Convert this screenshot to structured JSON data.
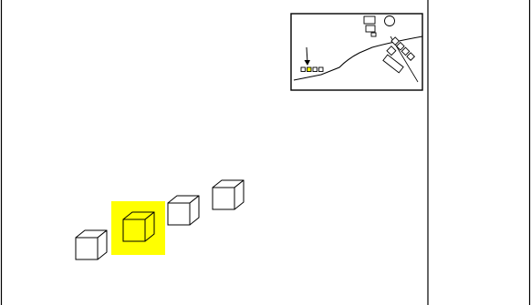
{
  "scene": {
    "background": "#ffffff",
    "line_color": "#000000",
    "highlight_color": "#ffff00",
    "selected_index": 1
  },
  "cubes": [
    {
      "id": "cube-1",
      "highlighted": false
    },
    {
      "id": "cube-2",
      "highlighted": true
    },
    {
      "id": "cube-3",
      "highlighted": false
    },
    {
      "id": "cube-4",
      "highlighted": false
    }
  ],
  "minimap": {
    "marker_icon": "arrow-down-icon",
    "highlighted_square_index": 1,
    "square_count": 4
  }
}
